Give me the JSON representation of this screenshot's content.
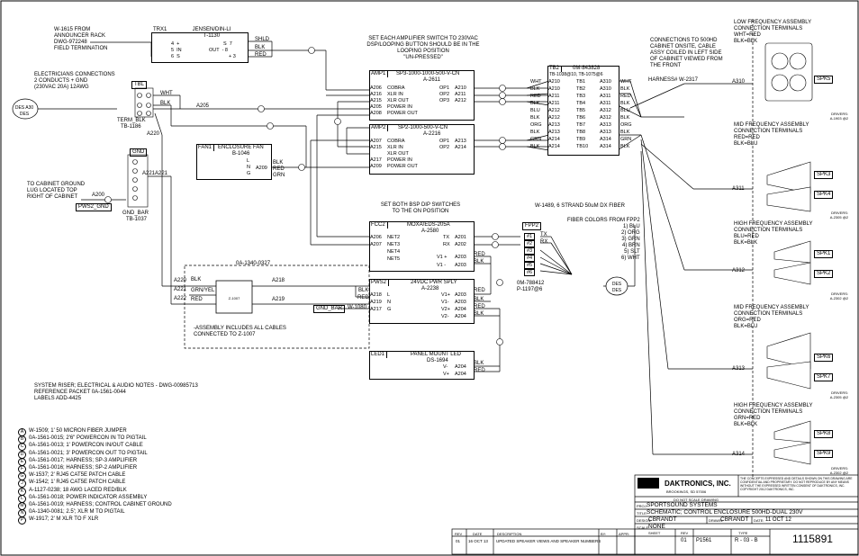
{
  "notes": {
    "w1615": [
      "W-1615 FROM",
      "ANNOUNCER RACK",
      "DWG-972248",
      "FIELD TERMINATION"
    ],
    "electricians": [
      "ELECTRICIANS CONNECTIONS",
      "2 CONDUCTS + GND",
      "(230VAC 20A) 12AWG"
    ],
    "cabinet_ground": [
      "TO CABINET GROUND",
      "LUG LOCATED TOP",
      "RIGHT OF CABINET"
    ],
    "set_amp": [
      "SET EACH AMPLIFIER SWITCH TO 230VAC",
      "DSP/LOOPING BUTTON SHOULD BE IN THE",
      "LOOPING POSITION",
      "\"UN-PRESSED\""
    ],
    "connections_500hd": [
      "CONNECTIONS TO 500HD",
      "CABINET ONSITE, CABLE",
      "ASSY COILED IN LEFT SIDE",
      "OF CABINET VIEWED FROM",
      "THE FRONT"
    ],
    "harness": "HARNESS# W-2317",
    "set_bsp": [
      "SET BOTH BSP DIP SWITCHES",
      "TO THE ON POSITION"
    ],
    "fiber_title": "W-1489, 6 STRAND 50uM DX FIBER",
    "fiber_colors": [
      "FIBER COLORS FROM FPP2",
      "1) BLU",
      "2) ORG",
      "3) GRN",
      "4) BRN",
      "5) SLT",
      "6) WHT"
    ],
    "assembly": [
      "-ASSEMBLY INCLUDES ALL CABLES",
      "CONNECTED TO Z-1007"
    ],
    "riser": [
      "SYSTEM RISER; ELECTRICAL & AUDIO NOTES - DWG-00985713",
      "REFERENCE PACKET 0A-1561-0044",
      "LABELS ADD-4425"
    ],
    "fiber_ref": [
      "0M-788412",
      "P-1197@6"
    ]
  },
  "blocks": {
    "trx1": {
      "tag": "TRX1",
      "title": "JENSEN/DIN-LI",
      "sub": "T-1130",
      "rows": [
        "4  +",
        "5  IN",
        "6  S",
        "S  7",
        "OUT  - 8",
        "+ 3"
      ]
    },
    "amp1": {
      "tag": "AMP1",
      "title": "SP3-1000-1000-500-V-CN",
      "sub": "A-2611",
      "rows": [
        "COBRA",
        "XLR IN",
        "XLR OUT",
        "POWER IN",
        "POWER OUT"
      ],
      "pins_l": [
        "A206",
        "A216",
        "A215",
        "A205",
        "A208"
      ],
      "outs": [
        "OP1",
        "OP2",
        "OP3"
      ],
      "pins_r": [
        "A210",
        "A211",
        "A212"
      ]
    },
    "amp2": {
      "tag": "AMP2",
      "title": "SP2-1000-500-V-CN",
      "sub": "A-2216",
      "rows": [
        "COBRA",
        "XLR IN",
        "XLR OUT",
        "POWER IN",
        "POWER OUT"
      ],
      "pins_l": [
        "A207",
        "A215",
        "",
        "A217",
        "A209"
      ],
      "outs": [
        "OP1",
        "OP2"
      ],
      "pins_r": [
        "A213",
        "A214"
      ]
    },
    "fan1": {
      "tag": "FAN1",
      "title": "ENCLOSURE FAN",
      "sub": "B-1046",
      "rows": [
        "L",
        "N",
        "G"
      ],
      "pin": "A209"
    },
    "tbl": {
      "tag": "TBL",
      "title": "TERM_BLK",
      "sub": "TB-1186"
    },
    "gnd": {
      "tag": "GND",
      "title": "GND_BAR",
      "sub": "TB-1037",
      "pins": [
        "A221",
        "A200"
      ]
    },
    "tb2": {
      "tag": "TB2",
      "title": "0M-843828",
      "sub": "TB-1038@10, TB-1075@6",
      "left": [
        "A210",
        "A210",
        "A211",
        "A211",
        "A212",
        "A212",
        "A213",
        "A213",
        "A214",
        "A214"
      ],
      "mid": [
        "TB1",
        "TB2",
        "TB3",
        "TB4",
        "TB5",
        "TB6",
        "TB7",
        "TB8",
        "TB9",
        "TB10"
      ],
      "right": [
        "A310",
        "A310",
        "A311",
        "A311",
        "A312",
        "A312",
        "A313",
        "A313",
        "A314",
        "A314"
      ],
      "colors_l": [
        "WHT",
        "BLK",
        "RED",
        "BLK",
        "BLU",
        "BLK",
        "ORG",
        "BLK",
        "GRN",
        "BLK"
      ],
      "colors_r": [
        "WHT",
        "BLK",
        "RED",
        "BLK",
        "BLU",
        "BLK",
        "ORG",
        "BLK",
        "GRN",
        "BLK"
      ]
    },
    "fcc2": {
      "tag": "FCC2",
      "title": "MOXA/EDS-205A",
      "sub": "A-2580",
      "rows": [
        "NET2",
        "NET3",
        "NET4",
        "NET5"
      ],
      "pins_l": [
        "A206",
        "A207"
      ],
      "right_rows": [
        "TX",
        "RX",
        "V1 +",
        "V1 -"
      ],
      "pins_r": [
        "A201",
        "A202",
        "",
        ""
      ]
    },
    "fpp2": {
      "tag": "FPP2",
      "rows": [
        "#1",
        "#2",
        "#3",
        "#4",
        "#5",
        "#6"
      ],
      "labels": [
        "TX",
        "RX"
      ]
    },
    "pws2": {
      "tag": "PWS2",
      "title": "24VDC PWR SPLY",
      "sub": "A-2238",
      "rows": [
        "L",
        "N",
        "G"
      ],
      "pins_l": [
        "A218",
        "A219",
        "A217"
      ],
      "right_rows": [
        "V1+",
        "V1-",
        "V2+",
        "V2-"
      ],
      "pins_r": [
        "A203",
        "A203",
        "A204",
        "A204"
      ]
    },
    "led1": {
      "tag": "LED1",
      "title": "PANEL MOUNT LED",
      "sub": "DS-1694",
      "rows": [
        "V-",
        "V+"
      ],
      "pins": [
        "A204",
        "A204"
      ]
    },
    "z1007": {
      "title": "0A-1340-0327",
      "label": "Z-1007"
    },
    "pws2_gnd": "PWS2_GND",
    "gnd_bar": "GND_BAR",
    "w1080": "W-1080"
  },
  "wires": {
    "a205": "A205",
    "a220": "A220",
    "a221": "A221",
    "a218": "A218",
    "a219": "A219",
    "wht": "WHT",
    "blk": "BLK",
    "red": "RED",
    "shld": "SHLD",
    "grn_yel": "GRN/YEL",
    "grn": "GRN"
  },
  "speakers": [
    {
      "title": [
        "LOW FREQUENCY ASSEMBLY",
        "CONNECTION TERMINALS",
        "WHT=RED",
        "BLK=BLK"
      ],
      "pin": "A310",
      "spk": [
        "SPK5"
      ],
      "drivers": [
        "DRIVERS:",
        "A-1903 @2"
      ]
    },
    {
      "title": [
        "MID FREQUENCY ASSEMBLY",
        "CONNECTION TERMINALS",
        "RED=RED",
        "BLK=BLU"
      ],
      "pin": "A311",
      "spk": [
        "SPK3",
        "SPK4"
      ],
      "drivers": [
        "DRIVERS:",
        "A-2305 @2"
      ]
    },
    {
      "title": [
        "HIGH FREQUENCY ASSEMBLY",
        "CONNECTION TERMINALS",
        "BLU=RED",
        "BLK=BLK"
      ],
      "pin": "A312",
      "spk": [
        "SPK1",
        "SPK2"
      ],
      "drivers": [
        "DRIVERS:",
        "A-2302 @2"
      ]
    },
    {
      "title": [
        "MID FREQUENCY ASSEMBLY",
        "CONNECTION TERMINALS",
        "ORG=RED",
        "BLK=BLU"
      ],
      "pin": "A313",
      "spk": [
        "SPK6",
        "SPK7"
      ],
      "drivers": [
        "DRIVERS:",
        "A-2305 @2"
      ]
    },
    {
      "title": [
        "HIGH FREQUENCY ASSEMBLY",
        "CONNECTION TERMINALS",
        "GRN=RED",
        "BLK=BLK"
      ],
      "pin": "A314",
      "spk": [
        "SPK8",
        "SPK9"
      ],
      "drivers": [
        "DRIVERS:",
        "A-2302 @2"
      ]
    }
  ],
  "legend": [
    {
      "k": "A",
      "t": "W-1509; 1' 50 MICRON FIBER JUMPER"
    },
    {
      "k": "B",
      "t": "0A-1561-0015; 2'6\" POWERCON IN TO PIGTAIL"
    },
    {
      "k": "C",
      "t": "0A-1561-0013; 1' POWERCON IN/OUT CABLE"
    },
    {
      "k": "D",
      "t": "0A-1561-0021; 3' POWERCON OUT TO PIGTAIL"
    },
    {
      "k": "E",
      "t": "0A-1561-0017; HARNESS; SP-3 AMPLIFIER"
    },
    {
      "k": "F",
      "t": "0A-1561-0016; HARNESS; SP-2 AMPLIFIER"
    },
    {
      "k": "G",
      "t": "W-1537; 2' RJ45 CAT5E PATCH CABLE"
    },
    {
      "k": "J",
      "t": "W-1542; 1' RJ45 CAT5E PATCH CABLE"
    },
    {
      "k": "K",
      "t": "A-1127-0238; 18 AWG LACED RED/BLK"
    },
    {
      "k": "L",
      "t": "0A-1561-0018; POWER INDICATOR ASSEMBLY"
    },
    {
      "k": "M",
      "t": "0A-1561-0019; HARNESS; CONTROL CABINET GROUND"
    },
    {
      "k": "N",
      "t": "0A-1340-0081; 2.5'; XLR M TO PIGTAIL"
    },
    {
      "k": "P",
      "t": "W-1917; 2' M XLR TO F XLR"
    }
  ],
  "title_block": {
    "company": "DAKTRONICS, INC.",
    "city": "BROOKINGS, SD 57006",
    "confidential": "THE CONCEPTS EXPRESSED AND DETAILS SHOWN ON THIS DRAWING ARE CONFIDENTIAL AND PROPRIETARY. DO NOT REPRODUCE BY ANY MEANS WITHOUT THE EXPRESSED WRITTEN CONSENT OF DAKTRONICS, INC. COPYRIGHT 2012 DAKTRONICS, INC.",
    "no_scale": "DO NOT SCALE DRAWING",
    "proj": "SPORTSOUND SYSTEMS",
    "title": "SCHEMATIC; CONTROL ENCLOSURE 500HD-DUAL 230V",
    "design": "CBRANDT",
    "drawn": "CBRANDT",
    "date": "11 OCT 12",
    "scale": "NONE",
    "sheet": "01",
    "rev_code": "P1561",
    "type": "R - 03 - B",
    "number": "1115891",
    "rev_rows": [
      {
        "rev": "01",
        "date": "16 OCT 13",
        "desc": "UPDATED SPEAKER VIEWS AND SPEAKER NUMBERS"
      }
    ],
    "labels": {
      "proj": "PROJ:",
      "title": "TITLE:",
      "design": "DESIGN:",
      "drawn": "DRAWN:",
      "date": "DATE:",
      "scale": "SCALE:",
      "rev": "REV",
      "date_h": "DATE",
      "desc": "DESCRIPTION",
      "by": "BY:",
      "appr": "APPR:",
      "sheet": "SHEET",
      "rev_h": "REV",
      "type": "TYPE"
    }
  },
  "des": [
    "DES",
    "A30",
    "DES"
  ],
  "des_fiber": [
    "DES",
    "DES"
  ]
}
